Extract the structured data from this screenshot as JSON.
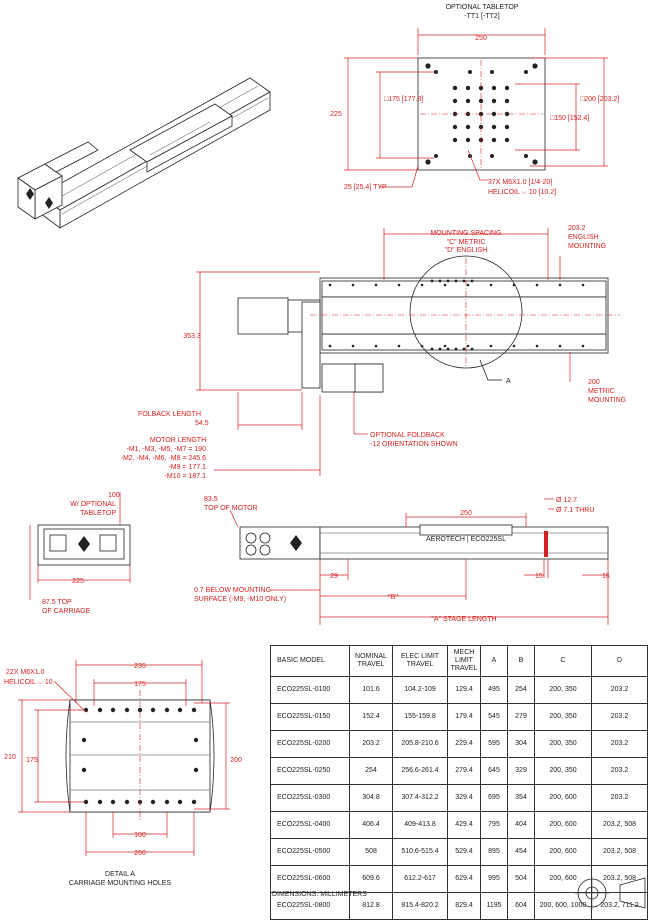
{
  "tabletop": {
    "title": "OPTIONAL TABLETOP",
    "subtitle": "-TT1 [-TT2]",
    "width": "250",
    "height": "225",
    "sq175": "□175 [177.8]",
    "sq200": "□200 [203.2]",
    "sq150": "□150 [152.4]",
    "typ": "25 [25.4] TYP",
    "holes1": "37X M6X1.0 [1/4-20]",
    "holes2": "HELICOIL   ⌵ 10 [10.2]"
  },
  "top_view": {
    "mounting_spacing": "MOUNTING SPACING",
    "c_metric": "\"C\" METRIC",
    "d_english": "\"D\" ENGLISH",
    "english1": "203.2",
    "english2": "ENGLISH",
    "english3": "MOUNTING",
    "metric1": "200",
    "metric2": "METRIC",
    "metric3": "MOUNTING",
    "height": "353.3",
    "detail_a": "A",
    "folback": "FOLBACK LENGTH",
    "folback_val": "54.5",
    "foldback1": "OPTIONAL FOLDBACK",
    "foldback2": "-12 ORIENTATION SHOWN",
    "motor_title": "MOTOR LENGTH",
    "motor1": "-M1, -M3, -M5, -M7 = 190",
    "motor2": "-M2, -M4, -M6, -M8 = 245.6",
    "motor3": "-M9 = 177.1",
    "motor4": "-M10 = 187.1"
  },
  "side_view": {
    "h100": "100",
    "tabletop1": "W/ OPTIONAL",
    "tabletop2": "TABLETOP",
    "w225": "225",
    "carriage1": "87.5 TOP",
    "carriage2": "OF CARRIAGE",
    "motor_top1": "83.5",
    "motor_top2": "TOP OF MOTOR",
    "below1": "0.7 BELOW MOUNTING",
    "below2": "SURFACE (-M9, -M10 ONLY)",
    "d250": "250",
    "d29": "29",
    "d15": "15",
    "d16": "16",
    "b": "\"B\"",
    "a": "\"A\" STAGE LENGTH",
    "hole1": "Ø 12.7",
    "hole2": "Ø 7.1 THRU",
    "brand": "AEROTECH | ECO225SL"
  },
  "detail": {
    "holes1": "22X M6X1.0",
    "holes2": "HELICOIL  ⌵ 10",
    "d235": "235",
    "d175": "175",
    "d210": "210",
    "d175v": "175",
    "d200v": "200",
    "d100": "100",
    "d200": "200",
    "title": "DETAIL A",
    "subtitle": "CARRIAGE MOUNTING HOLES"
  },
  "table": {
    "headers": [
      "BASIC MODEL",
      "NOMINAL TRAVEL",
      "ELEC LIMIT TRAVEL",
      "MECH LIMIT TRAVEL",
      "A",
      "B",
      "C",
      "D"
    ],
    "rows": [
      [
        "ECO225SL-0100",
        "101.6",
        "104.2-109",
        "129.4",
        "495",
        "254",
        "200, 350",
        "203.2"
      ],
      [
        "ECO225SL-0150",
        "152.4",
        "155-159.8",
        "179.4",
        "545",
        "279",
        "200, 350",
        "203.2"
      ],
      [
        "ECO225SL-0200",
        "203.2",
        "205.8-210.6",
        "229.4",
        "595",
        "304",
        "200, 350",
        "203.2"
      ],
      [
        "ECO225SL-0250",
        "254",
        "256.6-261.4",
        "279.4",
        "645",
        "329",
        "200, 350",
        "203.2"
      ],
      [
        "ECO225SL-0300",
        "304.8",
        "307.4-312.2",
        "329.4",
        "695",
        "354",
        "200, 600",
        "203.2"
      ],
      [
        "ECO225SL-0400",
        "406.4",
        "409-413.8",
        "429.4",
        "795",
        "404",
        "200, 600",
        "203.2, 508"
      ],
      [
        "ECO225SL-0500",
        "508",
        "510.6-515.4",
        "529.4",
        "895",
        "454",
        "200, 600",
        "203.2, 508"
      ],
      [
        "ECO225SL-0600",
        "609.6",
        "612.2-617",
        "629.4",
        "995",
        "504",
        "200, 600",
        "203.2, 508"
      ],
      [
        "ECO225SL-0800",
        "812.8",
        "815.4-820.2",
        "829.4",
        "1195",
        "604",
        "200, 600, 1000",
        "203.2, 711.2"
      ]
    ]
  },
  "footer": "DIMENSIONS:  MILLIMETERS"
}
